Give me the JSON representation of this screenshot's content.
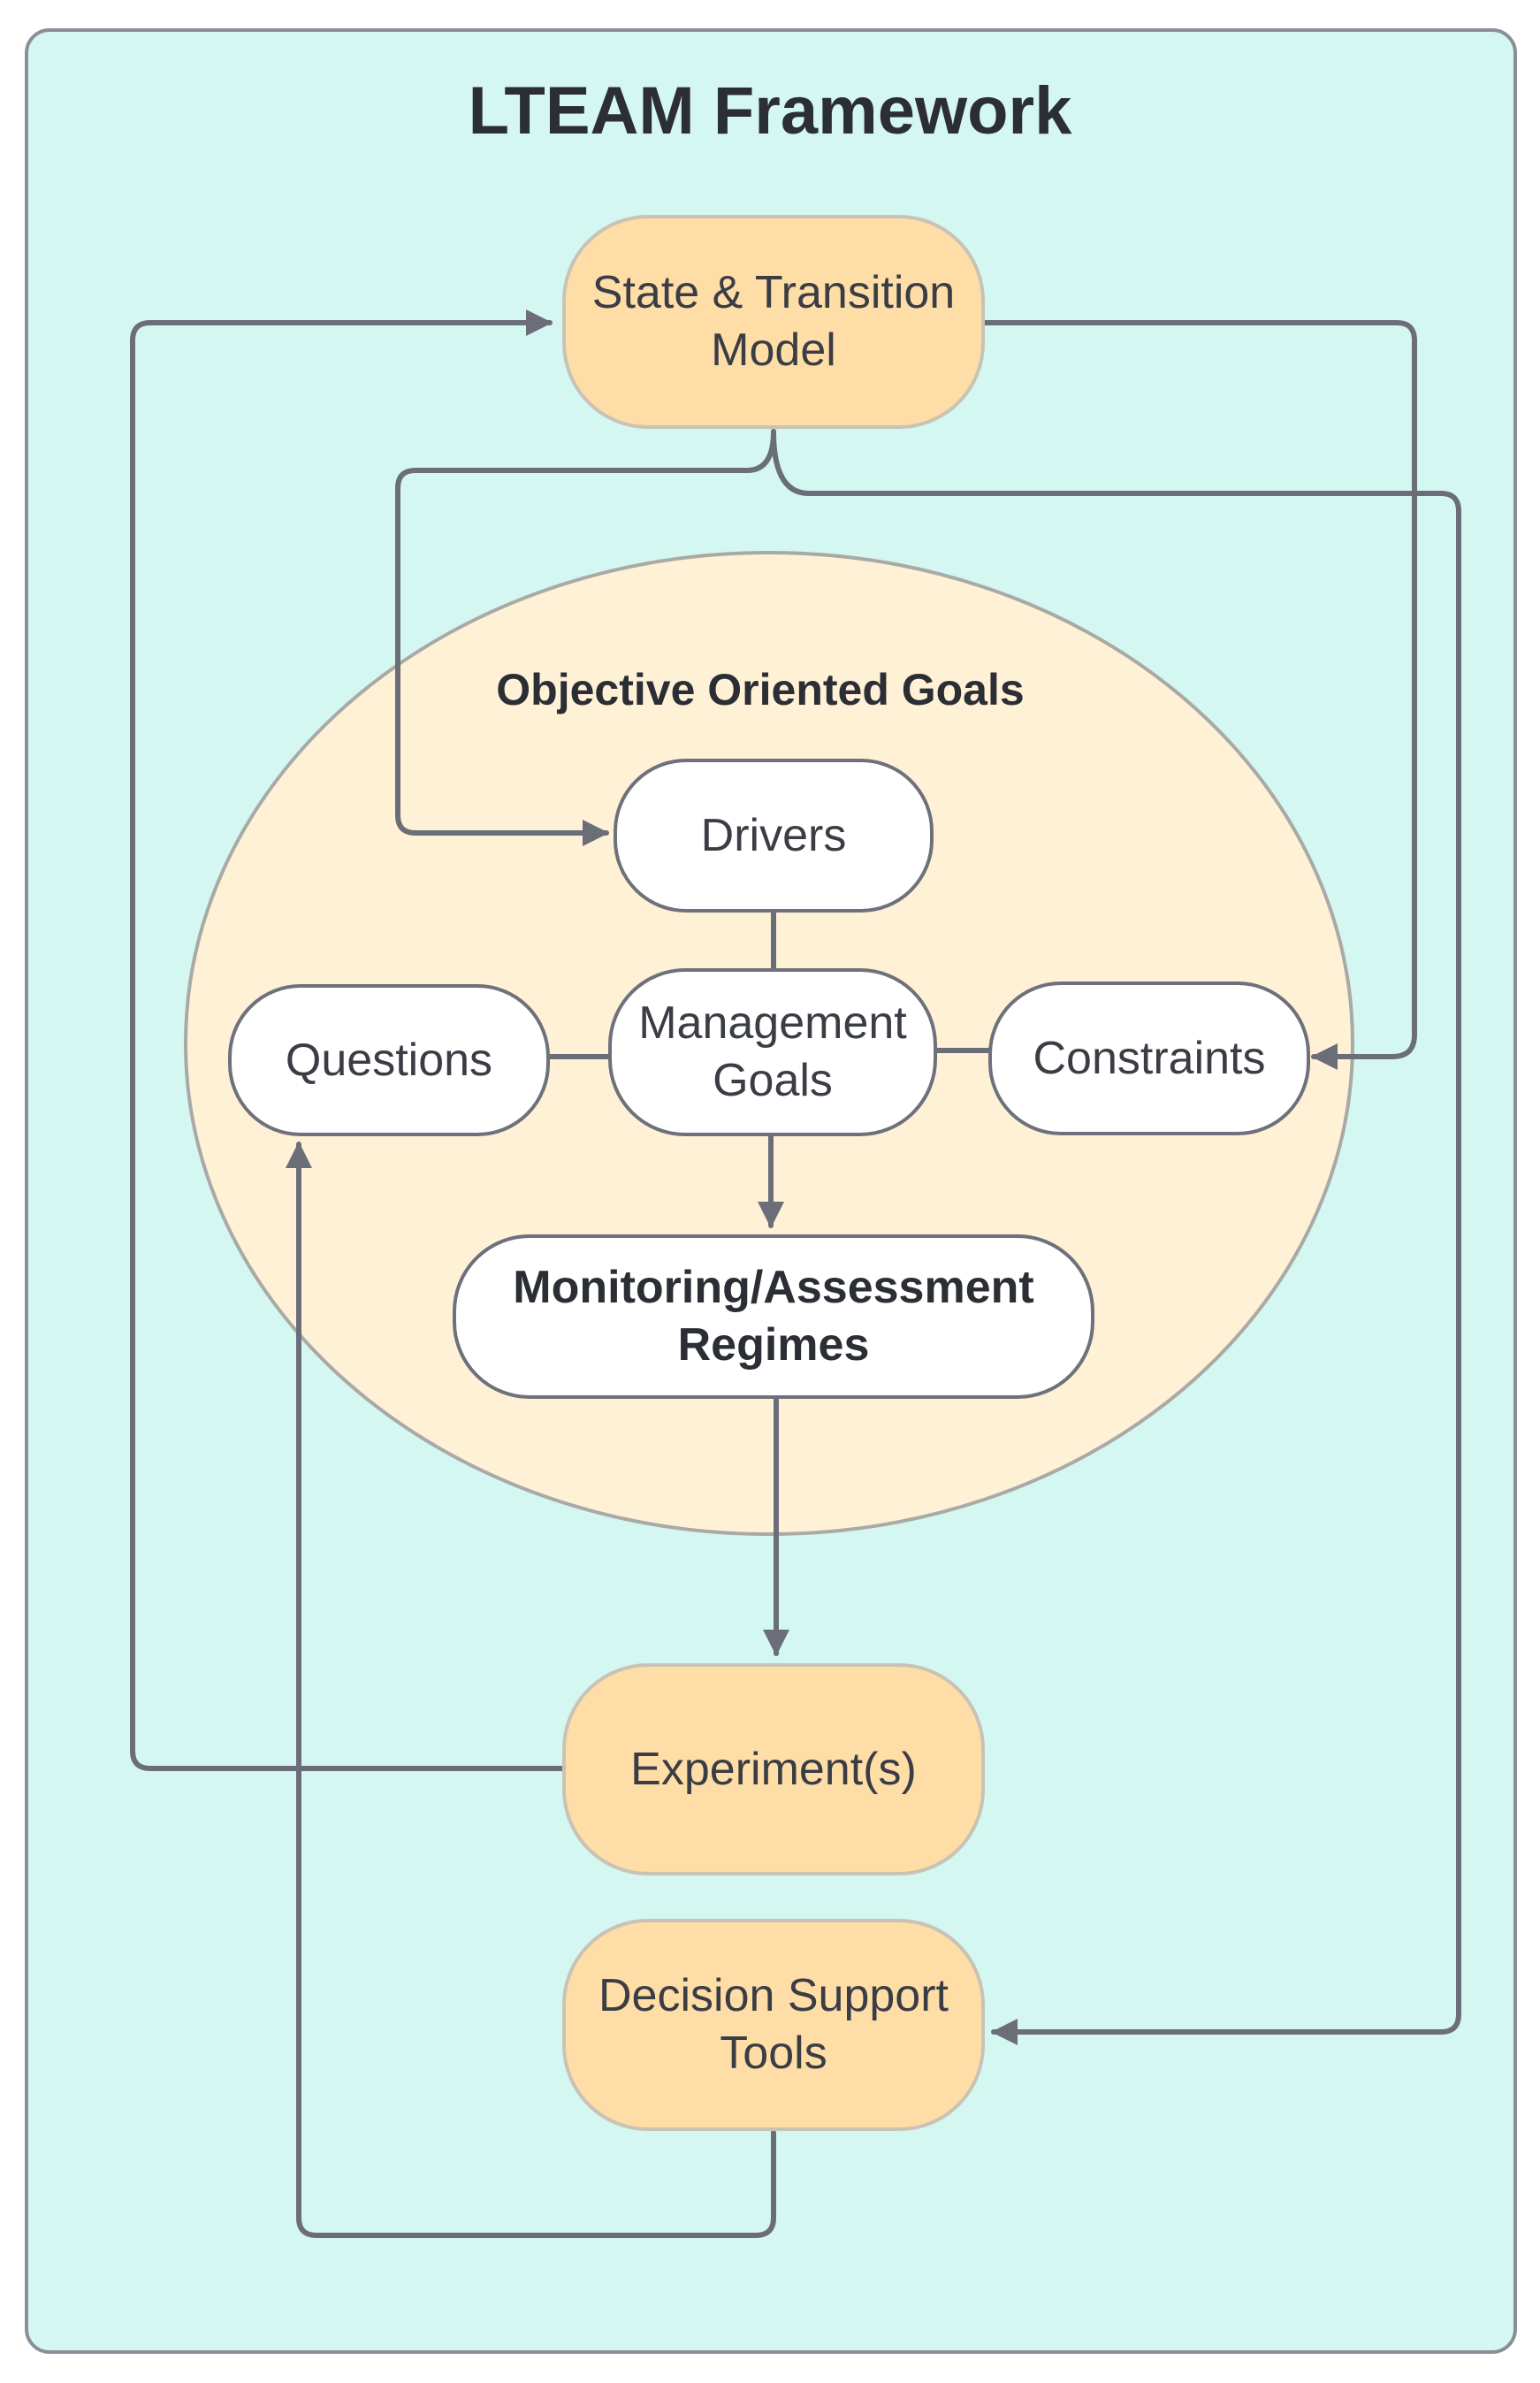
{
  "title": "LTEAM Framework",
  "region": {
    "title": "Objective Oriented Goals"
  },
  "nodes": {
    "state_transition": "State & Transition\nModel",
    "drivers": "Drivers",
    "questions": "Questions",
    "management_goals": "Management\nGoals",
    "constraints": "Constraints",
    "monitoring": "Monitoring/Assessment\nRegimes",
    "experiments": "Experiment(s)",
    "decision_support": "Decision Support\nTools"
  },
  "colors": {
    "frame_fill": "#d5f7f1",
    "frame_stroke": "#8a8e99",
    "ellipse_fill": "#fff1d6",
    "ellipse_stroke": "#a9a9a6",
    "orange_fill": "#fedda7",
    "orange_stroke": "#c9c3b6",
    "white_fill": "#ffffff",
    "node_stroke": "#6e717b",
    "arrow": "#6b6e79"
  }
}
